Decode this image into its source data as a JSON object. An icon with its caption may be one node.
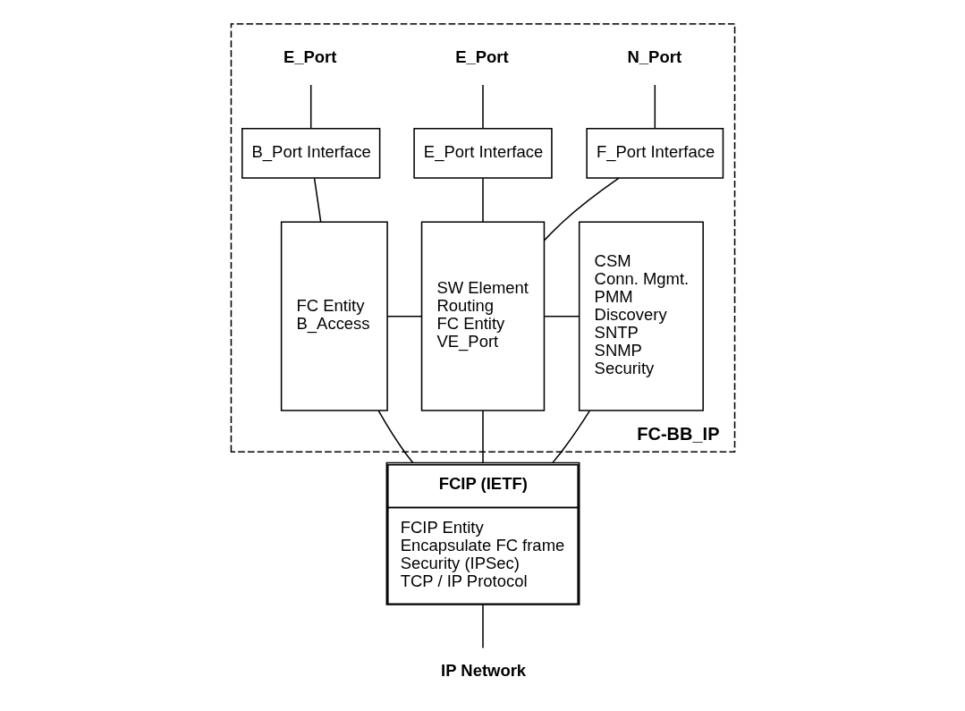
{
  "diagram": {
    "nodes": [
      {
        "text": [
          "FC-BB_IP"
        ]
      },
      {
        "text": [
          "E_Port"
        ],
        "in": 0
      },
      {
        "text": [
          "E_Port"
        ],
        "in": 0
      },
      {
        "text": [
          "N_Port"
        ],
        "in": 0
      },
      {
        "text": [
          "B_Port Interface"
        ],
        "in": 0
      },
      {
        "text": [
          "E_Port Interface"
        ],
        "in": 0
      },
      {
        "text": [
          "F_Port Interface"
        ],
        "in": 0
      },
      {
        "text": [
          "FC Entity",
          "B_Access"
        ],
        "in": 0
      },
      {
        "text": [
          "SW Element",
          "Routing",
          "FC Entity",
          "VE_Port"
        ],
        "in": 0
      },
      {
        "text": [
          "CSM",
          "Conn. Mgmt.",
          "PMM",
          "Discovery",
          "SNTP",
          "SNMP",
          "Security"
        ],
        "in": 0
      },
      {
        "text": [
          "FCIP (IETF)",
          "FCIP Entity",
          "Encapsulate FC frame",
          "Security (IPSec)",
          "TCP / IP Protocol"
        ]
      },
      {
        "text": [
          "IP Network"
        ]
      }
    ],
    "edges": [
      {
        "from": 1,
        "to": 4,
        "arrow": "none"
      },
      {
        "from": 2,
        "to": 5,
        "arrow": "none"
      },
      {
        "from": 3,
        "to": 6,
        "arrow": "none"
      },
      {
        "from": 4,
        "to": 7,
        "arrow": "none"
      },
      {
        "from": 5,
        "to": 8,
        "arrow": "none"
      },
      {
        "from": 6,
        "to": 8,
        "arrow": "none"
      },
      {
        "from": 7,
        "to": 8,
        "arrow": "none"
      },
      {
        "from": 8,
        "to": 9,
        "arrow": "none"
      },
      {
        "from": 7,
        "to": 10,
        "arrow": "none"
      },
      {
        "from": 8,
        "to": 10,
        "arrow": "none"
      },
      {
        "from": 9,
        "to": 10,
        "arrow": "none"
      },
      {
        "from": 10,
        "to": 11,
        "arrow": "none"
      }
    ]
  }
}
